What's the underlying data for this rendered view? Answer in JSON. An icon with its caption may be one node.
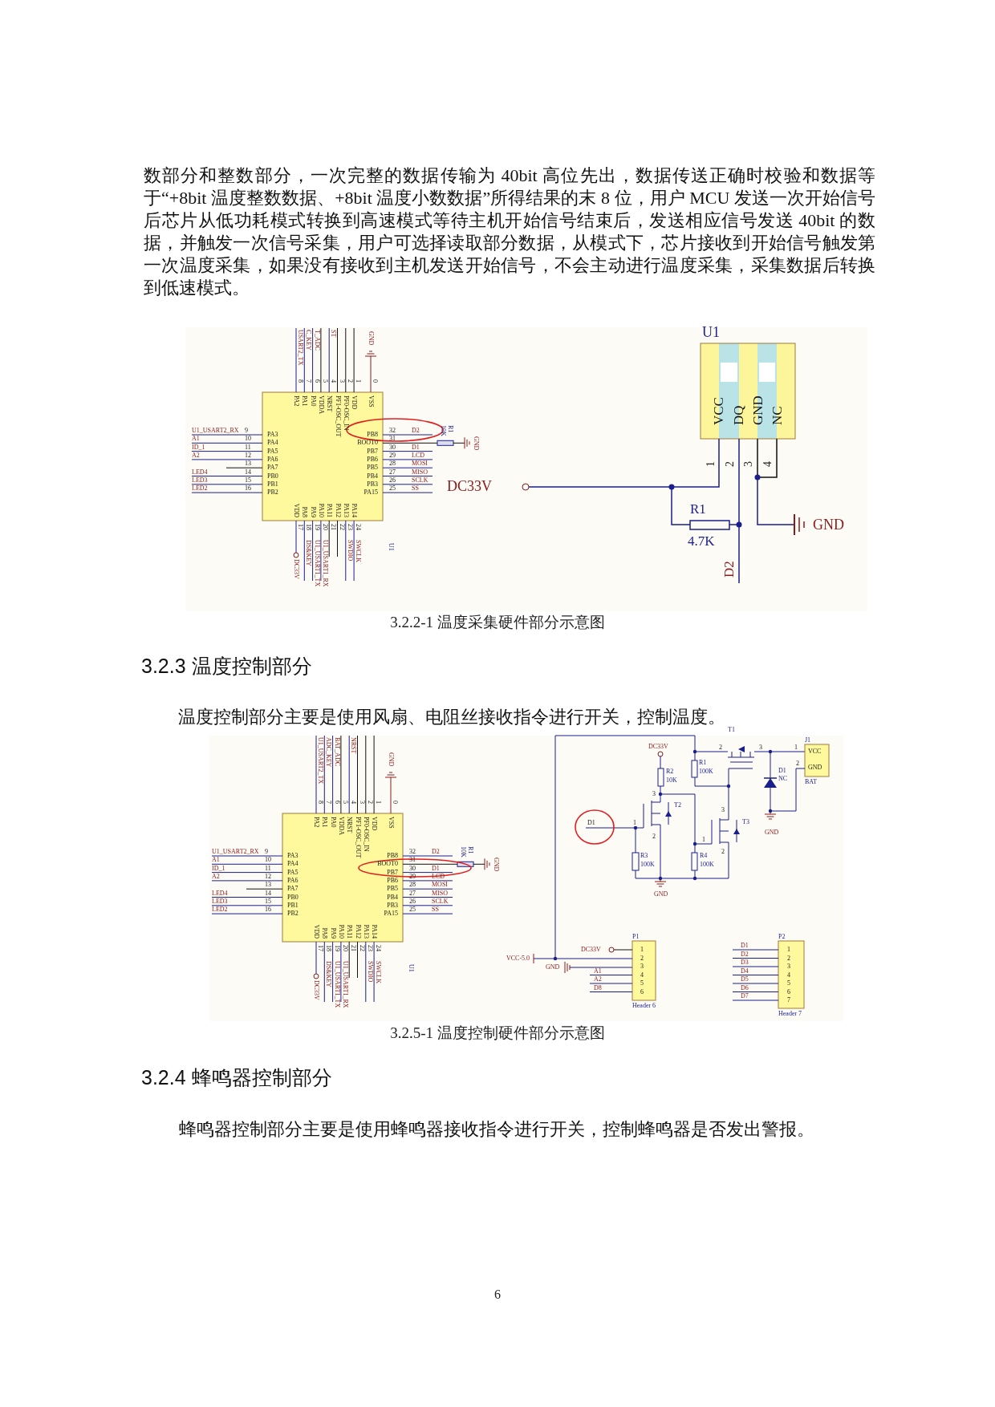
{
  "diagram": {
    "labels": [
      "数部分和整数部分，一次完整的数据传输为 40bit 高位先出，数据传送正确时校验和数据等于“+8bit 温度整数数据、+8bit 温度小数数据”所得结果的末 8 位，用户 MCU 发送一次开始信号后芯片从低功耗模式转换到高速模式等待主机开始信号结束后，发送相应信号发送 40bit 的数据，并触发一次信号采集，用户可选择读取部分数据，从模式下，芯片接收到开始信号触发第一次温度采集，如果没有接收到主机发送开始信号，不会主动进行温度采集，采集数据后转换到低速模式。",
      "USART2_TX",
      "C_KEY",
      "T_ADC",
      "ST",
      "GND",
      "8",
      "7",
      "6",
      "5",
      "4",
      "3",
      "2",
      "1",
      "0",
      "PA2",
      "PA1",
      "PA0",
      "VDDA",
      "NRST",
      "PF1-OSC_OUT",
      "PF0-OSC_IN",
      "VDD",
      "VSS",
      "U1_USART2_RX",
      "A1",
      "ID_1",
      "A2",
      "LED4",
      "LED3",
      "LED2",
      "9",
      "10",
      "11",
      "12",
      "13",
      "14",
      "15",
      "16",
      "PA3",
      "PA4",
      "PA5",
      "PA6",
      "PA7",
      "PB0",
      "PB1",
      "PB2",
      "PB8",
      "BOOT0",
      "PB7",
      "PB6",
      "PB5",
      "PB4",
      "PB3",
      "PA15",
      "32",
      "31",
      "30",
      "29",
      "28",
      "27",
      "26",
      "25",
      "D2",
      "D1",
      "LCD",
      "MOSI",
      "MISO",
      "SCLK",
      "SS",
      "R1",
      "10K",
      "GND",
      "VDD",
      "PA8",
      "PA9",
      "PA10",
      "PA11",
      "PA12",
      "PA13",
      "PA14",
      "17",
      "18",
      "19",
      "20",
      "21",
      "22",
      "23",
      "24",
      "DC33V",
      "DS&KEY",
      "U1_USART1_TX",
      "U1_USART1_RX",
      "SWDIO",
      "SWCLK",
      "U1",
      "U1",
      "VCC",
      "DQ",
      "GND",
      "NC",
      "1",
      "2",
      "3",
      "4",
      "DC33V",
      "R1",
      "4.7K",
      "D2",
      "GND",
      "3.2.2-1 温度采集硬件部分示意图",
      "3.2.3 温度控制部分",
      "温度控制部分主要是使用风扇、电阻丝接收指令进行开关，控制温度。",
      "U1_USART2_TX",
      "ADC_KEY",
      "BAT_ADC",
      "NRST",
      "GND",
      "8",
      "7",
      "6",
      "5",
      "4",
      "3",
      "2",
      "1",
      "0",
      "PA2",
      "PA1",
      "PA0",
      "VDDA",
      "NRST",
      "PF1-OSC_OUT",
      "PF0-OSC_IN",
      "VDD",
      "VSS",
      "U1_USART2_RX",
      "A1",
      "ID_1",
      "A2",
      "LED4",
      "LED3",
      "LED2",
      "9",
      "10",
      "11",
      "12",
      "13",
      "14",
      "15",
      "16",
      "PA3",
      "PA4",
      "PA5",
      "PA6",
      "PA7",
      "PB0",
      "PB1",
      "PB2",
      "PB8",
      "BOOT0",
      "PB7",
      "PB6",
      "PB5",
      "PB4",
      "PB3",
      "PA15",
      "32",
      "31",
      "30",
      "29",
      "28",
      "27",
      "26",
      "25",
      "D2",
      "D1",
      "LCD",
      "MOSI",
      "MISO",
      "SCLK",
      "SS",
      "R1",
      "10K",
      "GND",
      "VDD",
      "PA8",
      "PA9",
      "PA10",
      "PA11",
      "PA12",
      "PA13",
      "PA14",
      "17",
      "18",
      "19",
      "20",
      "21",
      "22",
      "23",
      "24",
      "DC33V",
      "DS&KEY",
      "U1_USART1_TX",
      "U1_USART1_RX",
      "SWDIO",
      "SWCLK",
      "U1",
      "T1",
      "2",
      "3",
      "J1",
      "1",
      "2",
      "VCC",
      "GND",
      "BAT",
      "D1",
      "NC",
      "GND",
      "R1",
      "100K",
      "T3",
      "3",
      "2",
      "DC33V",
      "R2",
      "10K",
      "T2",
      "3",
      "2",
      "D1",
      "1",
      "R3",
      "100K",
      "R4",
      "100K",
      "1",
      "GND",
      "P1",
      "1",
      "2",
      "3",
      "4",
      "5",
      "6",
      "DC33V",
      "VCC-5.0",
      "GND",
      "A1",
      "A2",
      "D8",
      "Header 6",
      "P2",
      "1",
      "2",
      "3",
      "4",
      "5",
      "6",
      "7",
      "D1",
      "D2",
      "D3",
      "D4",
      "D5",
      "D6",
      "D7",
      "Header 7",
      "3.2.5-1 温度控制硬件部分示意图",
      "3.2.4 蜂鸣器控制部分",
      "蜂鸣器控制部分主要是使用蜂鸣器接收指令进行开关，控制蜂鸣器是否发出警报。",
      "6"
    ]
  }
}
